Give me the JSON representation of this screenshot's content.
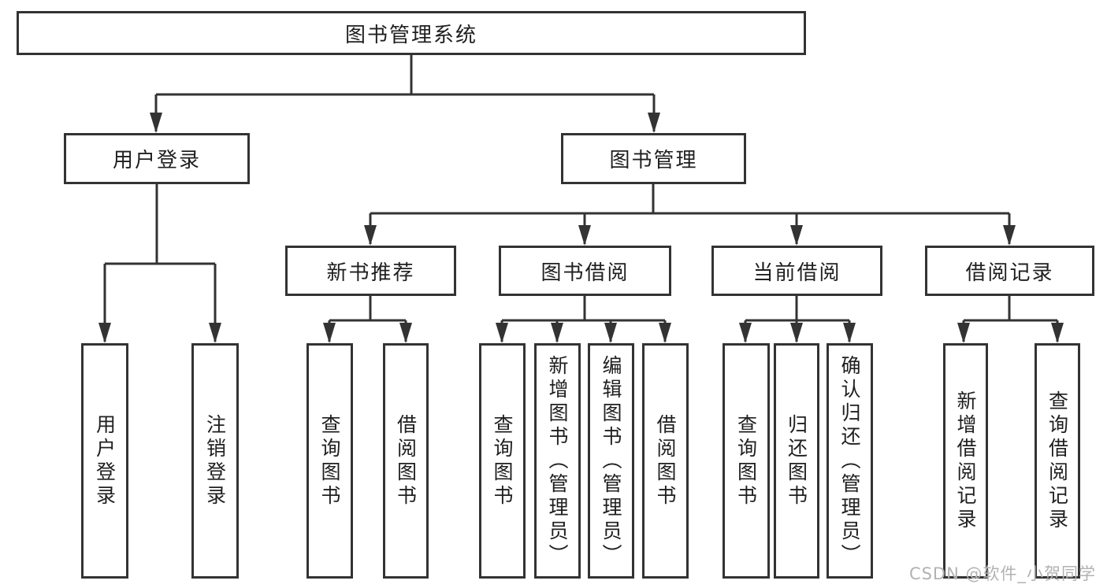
{
  "nodes": {
    "root": "图书管理系统",
    "user_login": "用户登录",
    "book_mgmt": "图书管理",
    "new_book_rec": "新书推荐",
    "book_borrow": "图书借阅",
    "current_borrow": "当前借阅",
    "borrow_records": "借阅记录",
    "leaf_user_login": "用户登录",
    "leaf_logout": "注销登录",
    "leaf_rec_query_books": "查询图书",
    "leaf_rec_borrow_books": "借阅图书",
    "leaf_bor_query_books": "查询图书",
    "leaf_bor_add_books": "新增图书（管理员）",
    "leaf_bor_edit_books": "编辑图书（管理员）",
    "leaf_bor_borrow_books": "借阅图书",
    "leaf_cur_query_books": "查询图书",
    "leaf_cur_return_books": "归还图书",
    "leaf_cur_confirm_return": "确认归还（管理员）",
    "leaf_hist_add_record": "新增借阅记录",
    "leaf_hist_query_record": "查询借阅记录"
  },
  "watermark": "CSDN @软件_小贺同学",
  "colors": {
    "line": "#333333",
    "box_border": "#333333",
    "text": "#1f1f1f",
    "watermark": "#b2b2b2",
    "background": "#ffffff"
  }
}
